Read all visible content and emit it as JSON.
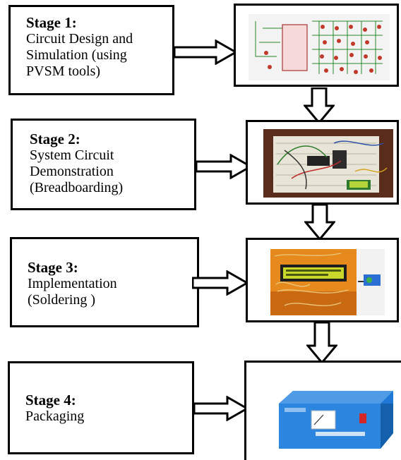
{
  "stages": [
    {
      "title": "Stage 1:",
      "description": "Circuit Design and\nSimulation (using\nPVSM tools)"
    },
    {
      "title": "Stage 2:",
      "description": "System Circuit\nDemonstration\n(Breadboarding)"
    },
    {
      "title": "Stage 3:",
      "description": "Implementation\n(Soldering )"
    },
    {
      "title": "Stage 4:",
      "description": "Packaging"
    }
  ],
  "images": [
    {
      "icon": "circuit-schematic-image"
    },
    {
      "icon": "breadboard-photo"
    },
    {
      "icon": "soldered-board-lcd-photo"
    },
    {
      "icon": "stabilizer-enclosure-photo"
    }
  ],
  "colors": {
    "border": "#000000",
    "background": "#ffffff"
  }
}
